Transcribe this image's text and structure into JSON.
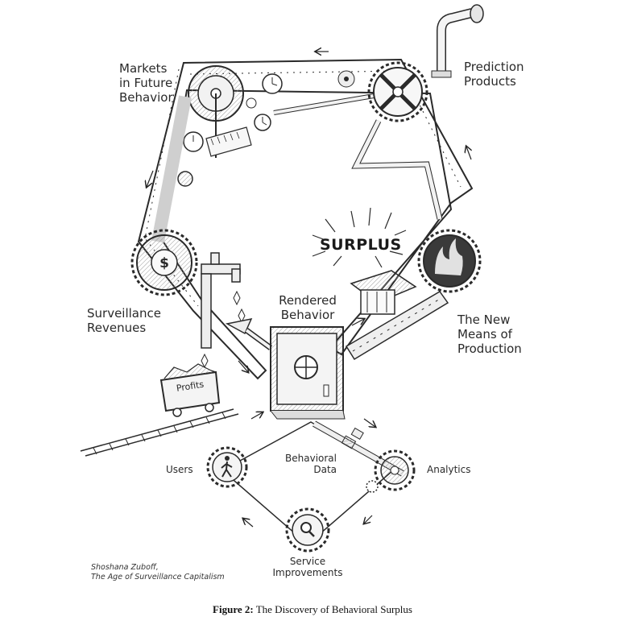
{
  "labels": {
    "markets": [
      "Markets",
      "in Future",
      "Behavior"
    ],
    "prediction": [
      "Prediction",
      "Products"
    ],
    "surplus": "SURPLUS",
    "means": [
      "The New",
      "Means of",
      "Production"
    ],
    "rendered": [
      "Rendered",
      "Behavior"
    ],
    "revenues": [
      "Surveillance",
      "Revenues"
    ],
    "profits": "Profits",
    "users": "Users",
    "behavioral_data": [
      "Behavioral",
      "Data"
    ],
    "analytics": "Analytics",
    "service": [
      "Service",
      "Improvements"
    ]
  },
  "credit": [
    "Shoshana Zuboff,",
    "The Age of Surveillance Capitalism"
  ],
  "caption": {
    "prefix": "Figure 2:",
    "text": " The Discovery of Behavioral Surplus"
  },
  "colors": {
    "ink": "#2a2a2a",
    "shade": "#cfcfcf",
    "fire": "#3a3a3a"
  },
  "icons": [
    "dollar-icon",
    "gear-icon",
    "clock-icon",
    "tap-icon",
    "safe-icon",
    "fire-icon",
    "magnifier-icon",
    "walking-person-icon",
    "mine-cart-icon"
  ]
}
